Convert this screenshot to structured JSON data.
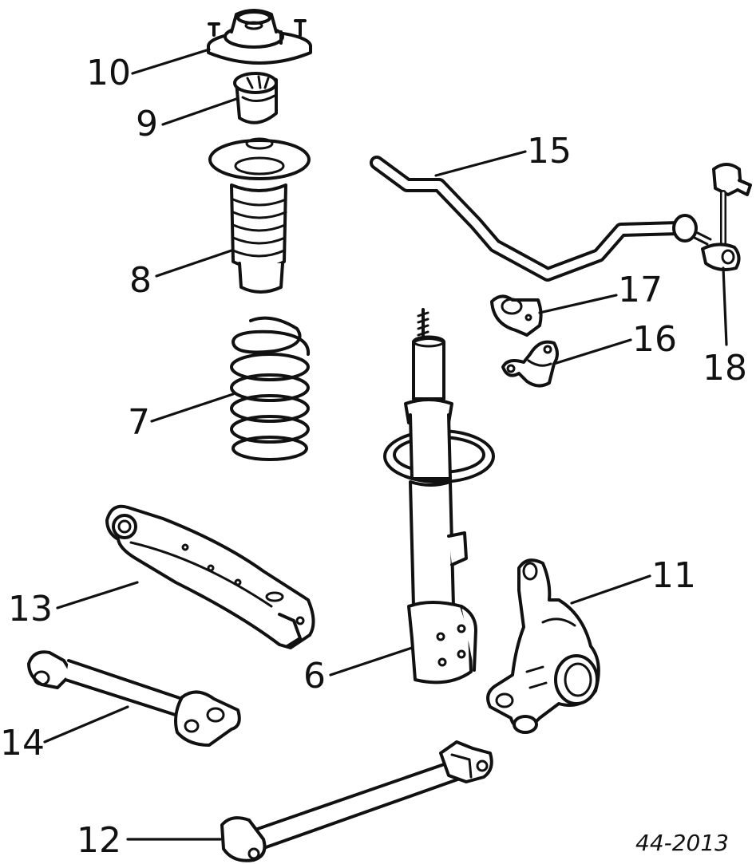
{
  "callouts": {
    "c10": "10",
    "c9": "9",
    "c15": "15",
    "c8": "8",
    "c17": "17",
    "c16": "16",
    "c18": "18",
    "c7": "7",
    "c11": "11",
    "c13": "13",
    "c6": "6",
    "c14": "14",
    "c12": "12"
  },
  "diagram_code": "44-2013"
}
